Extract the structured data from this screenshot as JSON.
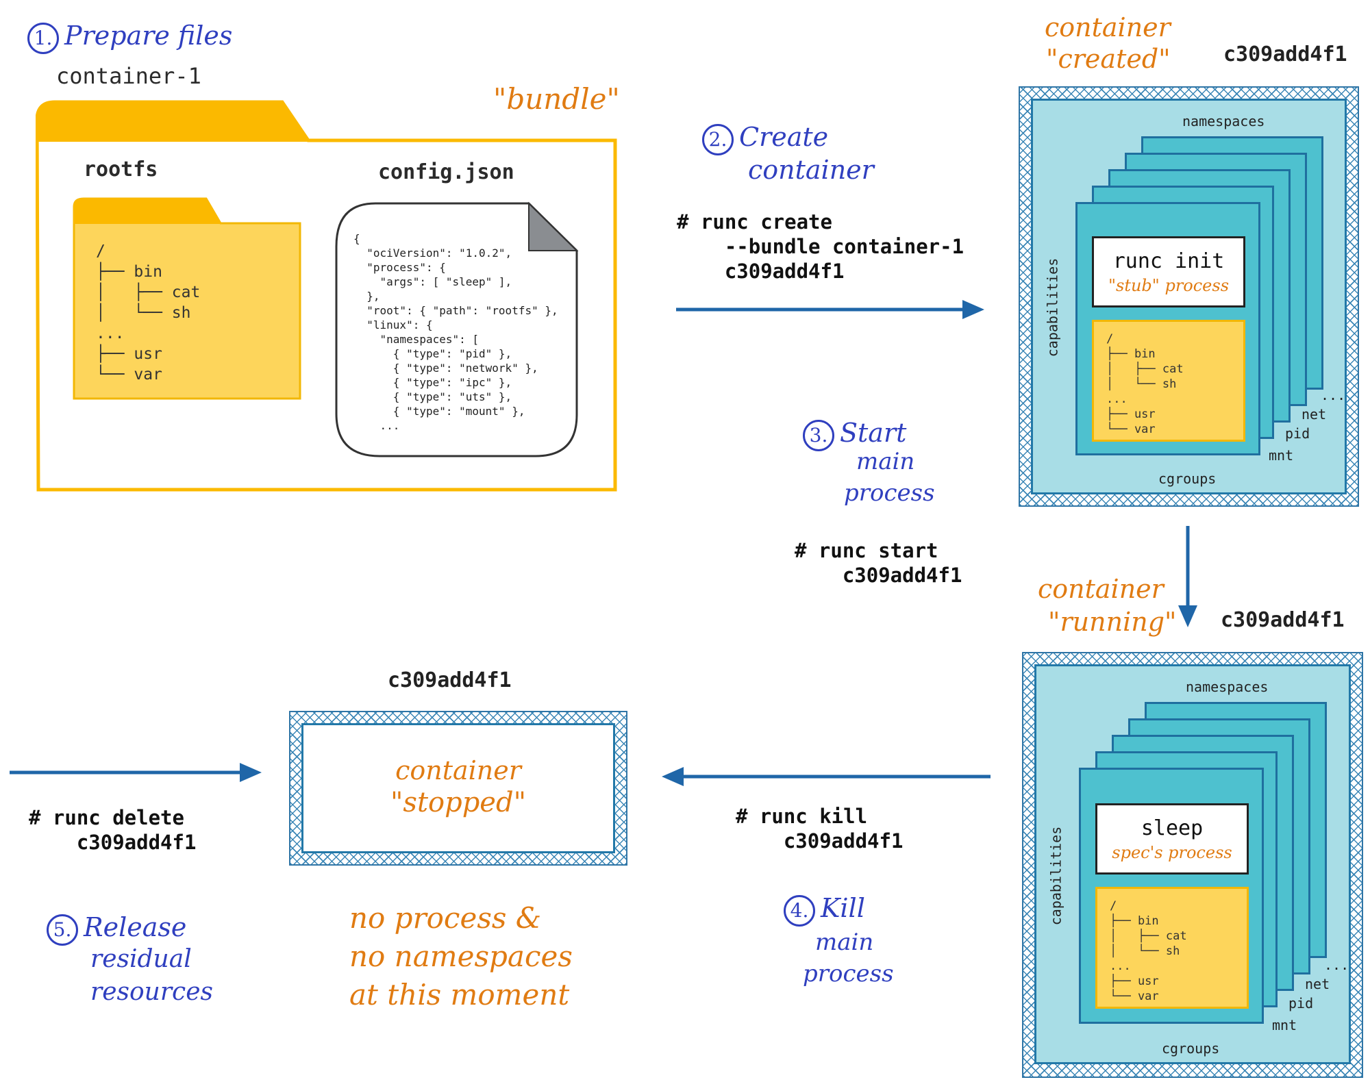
{
  "step1": {
    "number": "1.",
    "label": "Prepare files"
  },
  "bundle": {
    "folder_name": "container-1",
    "tag": "\"bundle\"",
    "rootfs_label": "rootfs",
    "config_label": "config.json",
    "rootfs_tree": "/\n├── bin\n│   ├── cat\n│   └── sh\n...\n├── usr\n└── var",
    "config_text": "{\n  \"ociVersion\": \"1.0.2\",\n  \"process\": {\n    \"args\": [ \"sleep\" ],\n  },\n  \"root\": { \"path\": \"rootfs\" },\n  \"linux\": {\n    \"namespaces\": [\n      { \"type\": \"pid\" },\n      { \"type\": \"network\" },\n      { \"type\": \"ipc\" },\n      { \"type\": \"uts\" },\n      { \"type\": \"mount\" },\n    ..."
  },
  "step2": {
    "number": "2.",
    "label_line1": "Create",
    "label_line2": "container",
    "command": "# runc create\n    --bundle container-1\n    c309add4f1"
  },
  "step3": {
    "number": "3.",
    "label_line1": "Start",
    "label_line2": "main",
    "label_line3": "process",
    "command": "# runc start\n    c309add4f1"
  },
  "step4": {
    "number": "4.",
    "label_line1": "Kill",
    "label_line2": "main",
    "label_line3": "process",
    "command": "# runc kill\n    c309add4f1"
  },
  "step5": {
    "number": "5.",
    "label_line1": "Release",
    "label_line2": "residual",
    "label_line3": "resources",
    "command": "# runc delete\n    c309add4f1"
  },
  "created": {
    "state_line1": "container",
    "state_line2": "\"created\"",
    "id": "c309add4f1",
    "namespaces": "namespaces",
    "capabilities": "capabilities",
    "cgroups": "cgroups",
    "ns_labels": [
      "mnt",
      "pid",
      "net",
      "..."
    ],
    "process_name": "runc init",
    "process_desc": "\"stub\" process"
  },
  "running": {
    "state_line1": "container",
    "state_line2": "\"running\"",
    "id": "c309add4f1",
    "namespaces": "namespaces",
    "capabilities": "capabilities",
    "cgroups": "cgroups",
    "ns_labels": [
      "mnt",
      "pid",
      "net",
      "..."
    ],
    "process_name": "sleep",
    "process_desc": "spec's process"
  },
  "mini_tree": "/\n├── bin\n│   ├── cat\n│   └── sh\n...\n├── usr\n└── var",
  "stopped": {
    "id": "c309add4f1",
    "state_line1": "container",
    "state_line2": "\"stopped\"",
    "note_line1": "no process &",
    "note_line2": "no namespaces",
    "note_line3": "at this moment"
  },
  "colors": {
    "arrow": "#1f66a8",
    "folder": "#fbb900",
    "folder_light": "#fdd55b",
    "step": "#2f3fbf",
    "state": "#e07b12"
  }
}
